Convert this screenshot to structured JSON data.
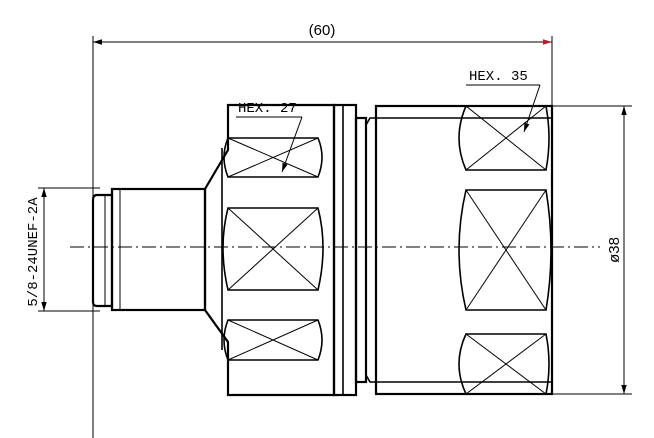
{
  "dimensions": {
    "overall_length": "(60)",
    "diameter": "ø38",
    "thread": "5/8-24UNEF-2A"
  },
  "callouts": {
    "hex_small": "HEX. 27",
    "hex_large": "HEX. 35"
  },
  "colors": {
    "line": "#000000",
    "arrow_accent": "#c0152a",
    "background": "#ffffff"
  }
}
